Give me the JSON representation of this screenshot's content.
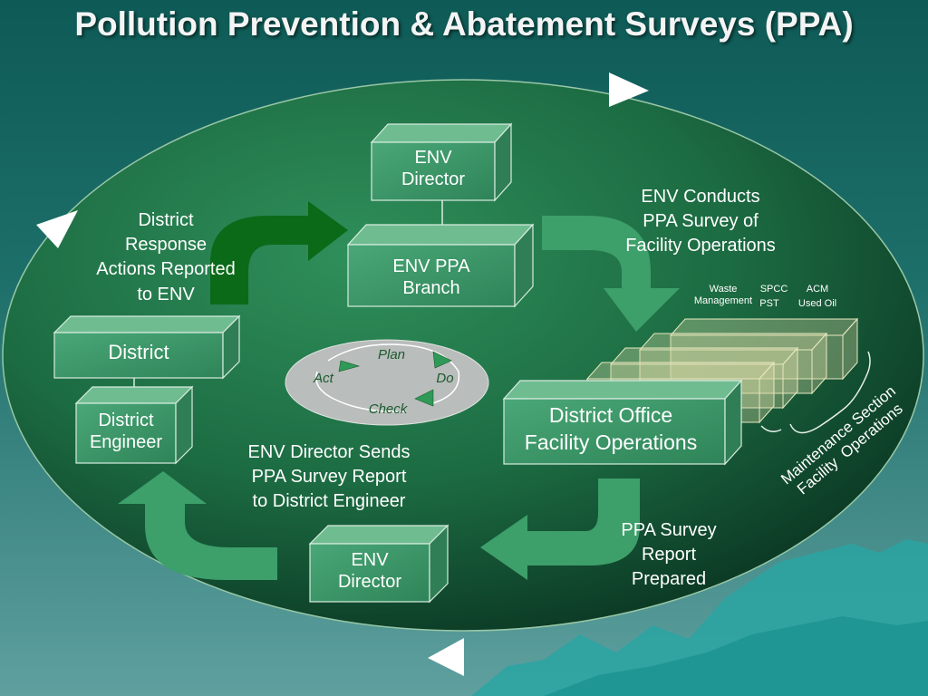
{
  "title": "Pollution Prevention & Abatement Surveys (PPA)",
  "boxes": {
    "env_director_top": [
      "ENV",
      "Director"
    ],
    "env_ppa_branch": [
      "ENV PPA",
      "Branch"
    ],
    "district": "District",
    "district_engineer": [
      "District",
      "Engineer"
    ],
    "district_office": [
      "District Office",
      "Facility Operations"
    ],
    "env_director_bottom": [
      "ENV",
      "Director"
    ]
  },
  "captions": {
    "district_response": [
      "District",
      "Response",
      "Actions Reported",
      "to ENV"
    ],
    "env_conducts": [
      "ENV Conducts",
      "PPA Survey of",
      "Facility Operations"
    ],
    "env_sends": [
      "ENV Director Sends",
      "PPA Survey Report",
      "to District Engineer"
    ],
    "report_prepared": [
      "PPA Survey",
      "Report",
      "Prepared"
    ],
    "maintenance": [
      "Maintenance Section",
      "Facility  Operations"
    ]
  },
  "facility_tags": {
    "waste": [
      "Waste",
      "Management"
    ],
    "spcc": "SPCC",
    "pst": "PST",
    "acm": "ACM",
    "used_oil": "Used Oil"
  },
  "cycle": {
    "plan": "Plan",
    "do": "Do",
    "check": "Check",
    "act": "Act"
  }
}
